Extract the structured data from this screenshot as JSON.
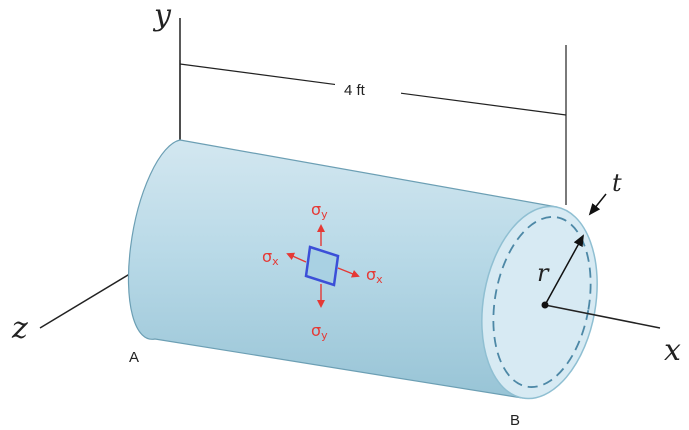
{
  "axes": {
    "y": "y",
    "x": "x",
    "z": "z"
  },
  "dimension": {
    "length": "4 ft"
  },
  "points": {
    "a": "A",
    "b": "B"
  },
  "symbols": {
    "radius": "r",
    "thickness": "t"
  },
  "stress": {
    "sigma": "σ",
    "sub_y": "y",
    "sub_x": "x"
  },
  "colors": {
    "cylinder": "#b9dae8",
    "end_cap": "#d4e8f1",
    "stress_arrows": "#e53935",
    "element": "#3b4fd8"
  }
}
